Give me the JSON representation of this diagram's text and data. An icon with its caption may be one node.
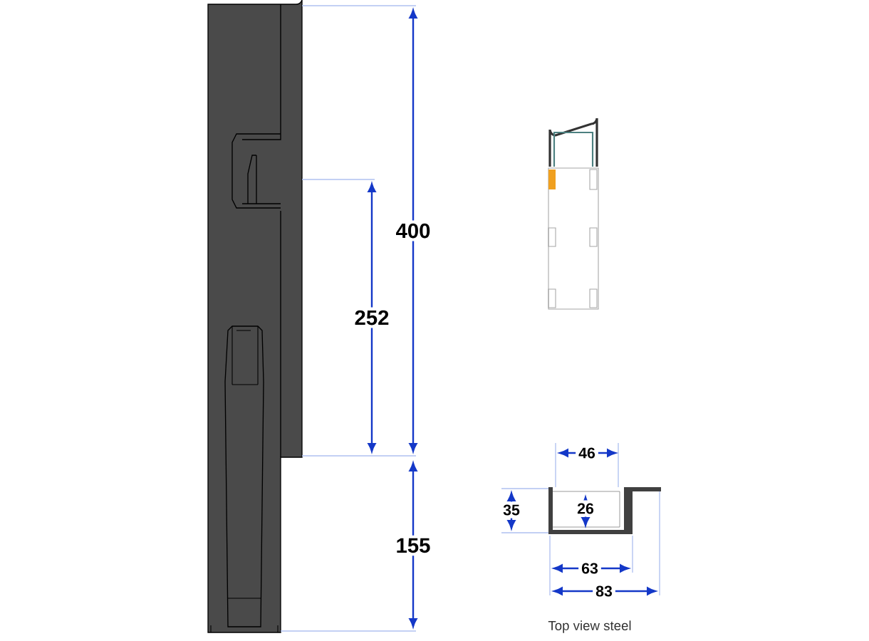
{
  "diagram": {
    "labels": [
      "400",
      "252",
      "155",
      "46",
      "35",
      "26",
      "63",
      "83",
      "Top view steel"
    ]
  }
}
